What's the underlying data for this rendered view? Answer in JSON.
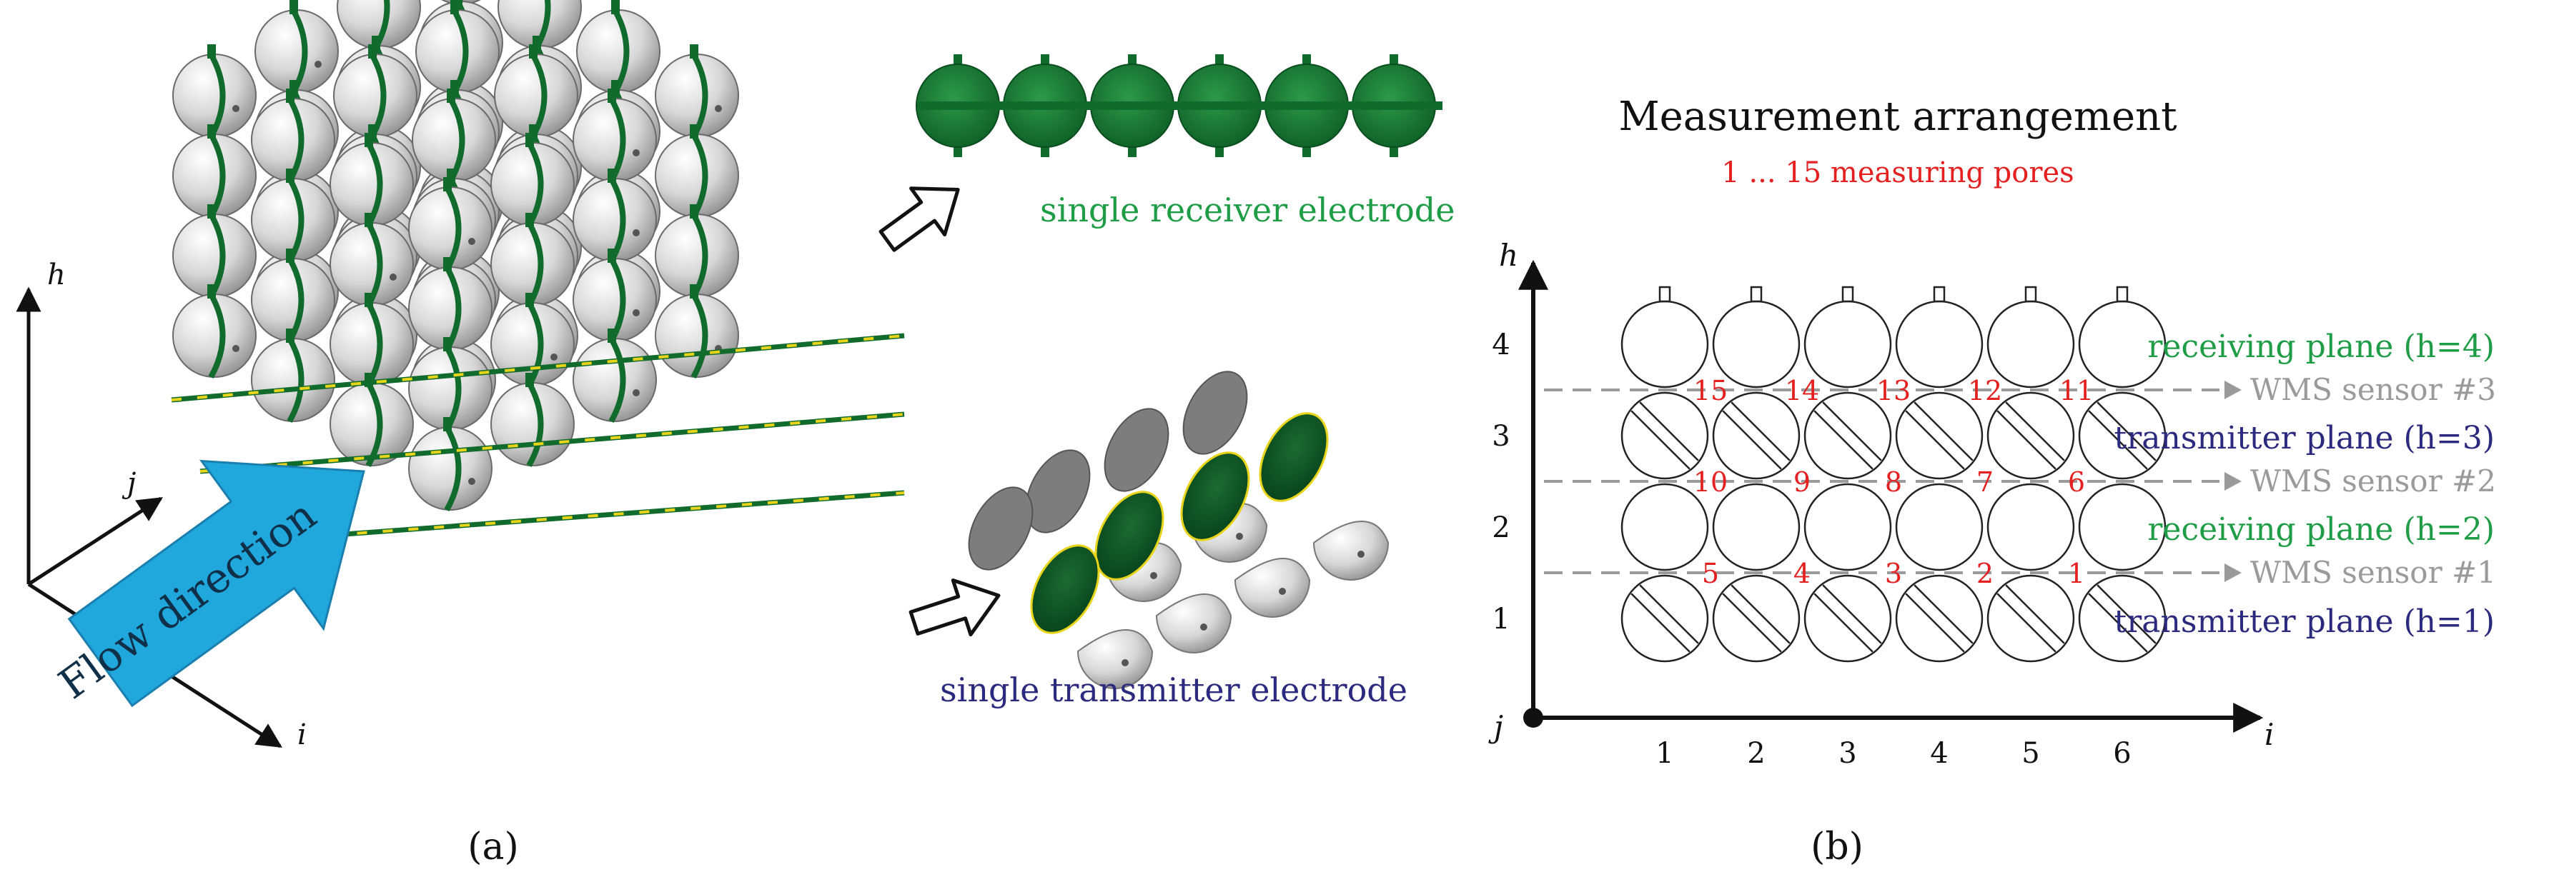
{
  "panel_a": {
    "caption": "(a)",
    "axis_h": "h",
    "axis_j": "j",
    "axis_i": "i",
    "flow_label": "Flow direction",
    "receiver_label": "single receiver electrode",
    "transmitter_label": "single transmitter electrode"
  },
  "panel_b": {
    "caption": "(b)",
    "title": "Measurement arrangement",
    "subtitle": "1 ... 15 measuring pores",
    "axis_h": "h",
    "axis_i": "i",
    "axis_j": "j",
    "col_ticks": [
      "1",
      "2",
      "3",
      "4",
      "5",
      "6"
    ],
    "row_ticks": [
      "1",
      "2",
      "3",
      "4"
    ],
    "pore_rows": [
      [
        "15",
        "14",
        "13",
        "12",
        "11"
      ],
      [
        "10",
        "9",
        "8",
        "7",
        "6"
      ],
      [
        "5",
        "4",
        "3",
        "2",
        "1"
      ]
    ],
    "sensors": [
      "WMS sensor #3",
      "WMS sensor #2",
      "WMS sensor #1"
    ],
    "plane_labels": [
      {
        "text": "receiving plane (h=4)",
        "kind": "receiver"
      },
      {
        "text": "transmitter plane (h=3)",
        "kind": "transmitter"
      },
      {
        "text": "receiving plane (h=2)",
        "kind": "receiver"
      },
      {
        "text": "transmitter plane (h=1)",
        "kind": "transmitter"
      }
    ]
  },
  "colors": {
    "receiver": "#1e9c46",
    "transmitter": "#2b2a7e",
    "pore": "#e52020",
    "sensor": "#9a9a9a",
    "flow": "#20a7dc",
    "electrode": "#116b2c"
  }
}
